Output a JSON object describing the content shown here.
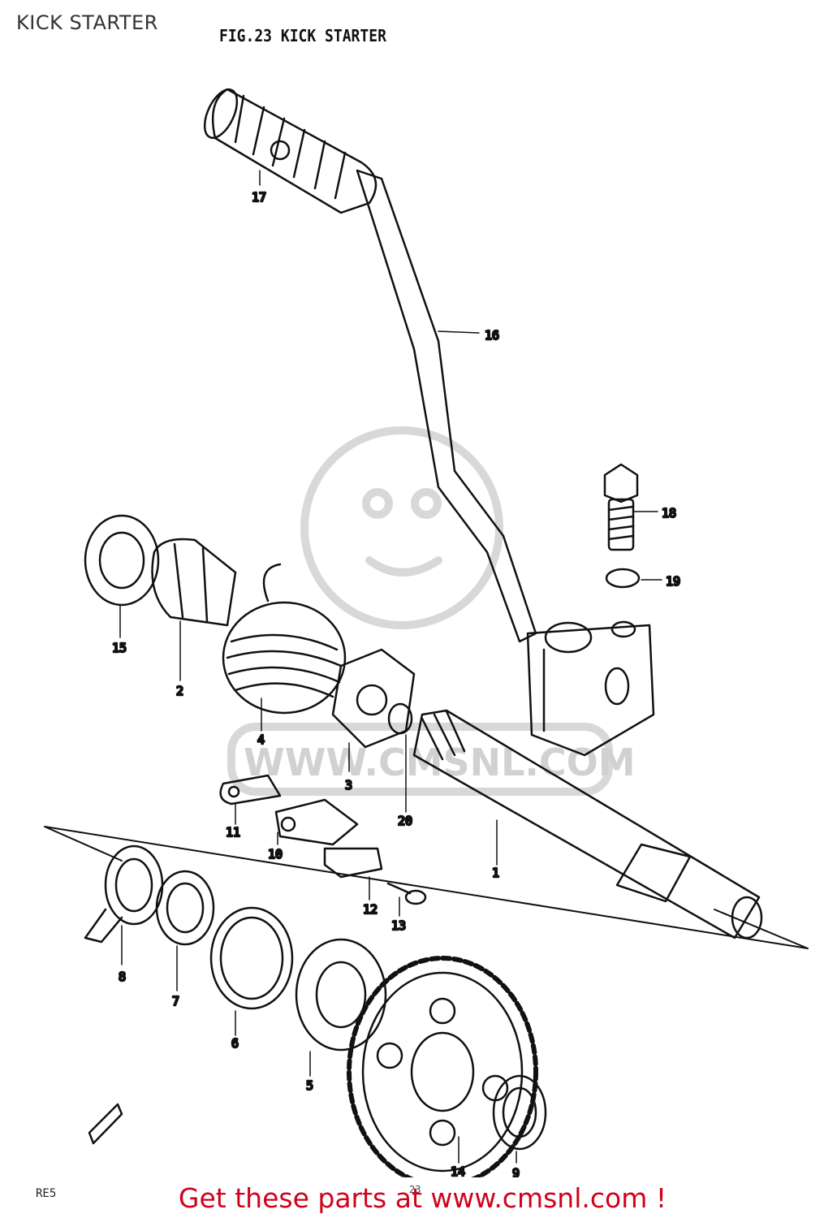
{
  "header": {
    "title": "KICK STARTER"
  },
  "figure": {
    "title": "FIG.23  KICK STARTER",
    "code_left": "RE5",
    "code_mid": "23"
  },
  "parts": [
    {
      "id": "1",
      "label": "1"
    },
    {
      "id": "2",
      "label": "2"
    },
    {
      "id": "3",
      "label": "3"
    },
    {
      "id": "4",
      "label": "4"
    },
    {
      "id": "5",
      "label": "5"
    },
    {
      "id": "6",
      "label": "6"
    },
    {
      "id": "7",
      "label": "7"
    },
    {
      "id": "8",
      "label": "8"
    },
    {
      "id": "9",
      "label": "9"
    },
    {
      "id": "10",
      "label": "10"
    },
    {
      "id": "11",
      "label": "11"
    },
    {
      "id": "12",
      "label": "12"
    },
    {
      "id": "13",
      "label": "13"
    },
    {
      "id": "14",
      "label": "14"
    },
    {
      "id": "15",
      "label": "15"
    },
    {
      "id": "16",
      "label": "16"
    },
    {
      "id": "17",
      "label": "17"
    },
    {
      "id": "18",
      "label": "18"
    },
    {
      "id": "19",
      "label": "19"
    },
    {
      "id": "20",
      "label": "20"
    }
  ],
  "watermark": {
    "text": "WWW.CMSNL.COM",
    "color": "#bcbcbc"
  },
  "footer": {
    "link_text": "Get these parts at www.cmsnl.com !",
    "color": "#d0021b"
  }
}
